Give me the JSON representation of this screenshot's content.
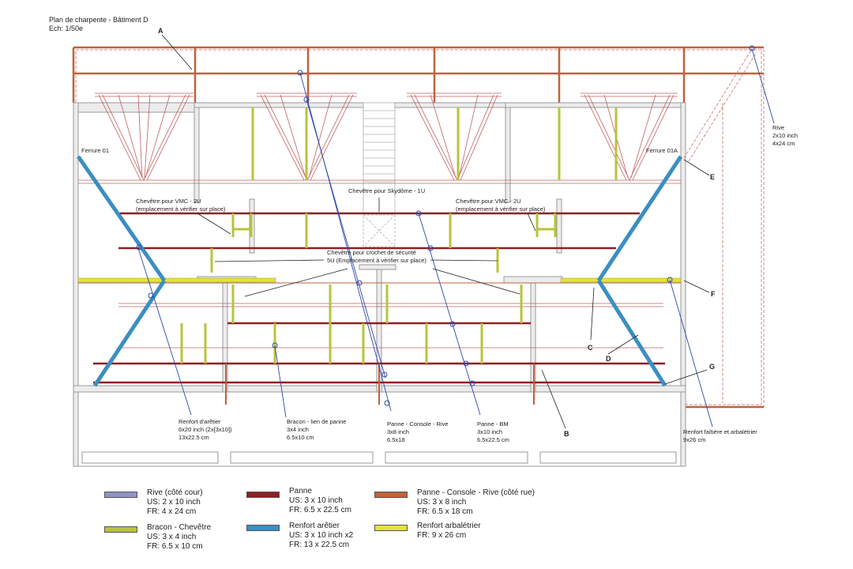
{
  "header": {
    "title": "Plan de charpente - Bâtiment D",
    "scale": "Ech: 1/50e"
  },
  "colors": {
    "rive": "#8f93c8",
    "panne": "#8e1f22",
    "console": "#c0623a",
    "bracon": "#b7c43a",
    "arretier": "#3a8fc2",
    "arbaletrier": "#e6e23a",
    "wall": "#c9c9c9",
    "pointer": "#2f48a8"
  },
  "labels": {
    "ferrure_01": "Ferrure  01",
    "ferrure_01a": "Ferrure  01A",
    "vmc_left_1": "Chevêtre pour VMC - 2U",
    "vmc_left_2": "(emplacement à vérifier sur place)",
    "skydome": "Chevêtre pour Skydôme - 1U",
    "vmc_right_1": "Chevêtre pour VMC - 2U",
    "vmc_right_2": "(emplacement à vérifier sur place)",
    "crochet_1": "Chevêtre pour crochet de sécurité",
    "crochet_2": "5U (Emplacement à vérifier sur place)"
  },
  "callouts": {
    "rive": [
      "Rive",
      "2x10 inch",
      "4x24 cm"
    ],
    "renfort_aretier": [
      "Renfort d'arêtier",
      "6x20 inch (2x[3x10])",
      "13x22.5 cm"
    ],
    "bracon": [
      "Bracon - lien de panne",
      "3x4 inch",
      "6.5x10 cm"
    ],
    "panne_console": [
      "Panne - Console - Rive",
      "3x8 inch",
      "6.5x18"
    ],
    "panne_bm": [
      "Panne - BM",
      "3x10 inch",
      "6.5x22.5 cm"
    ],
    "renfort_faitiere": [
      "Renfort faîtière et arbalétrier",
      "9x26 cm"
    ]
  },
  "letters": {
    "a": "A",
    "b": "B",
    "c": "C",
    "d": "D",
    "e": "E",
    "f": "F",
    "g": "G"
  },
  "legend": [
    {
      "key": "rive",
      "title": "Rive (côté cour)",
      "us": "US: 2 x 10 inch",
      "fr": "FR: 4 x 24 cm"
    },
    {
      "key": "bracon",
      "title": "Bracon - Chevêtre",
      "us": "US: 3 x 4 inch",
      "fr": "FR: 6.5 x 10 cm"
    },
    {
      "key": "panne",
      "title": "Panne",
      "us": "US: 3 x 10 inch",
      "fr": "FR: 6.5 x 22.5 cm"
    },
    {
      "key": "arretier",
      "title": "Renfort arêtier",
      "us": "US: 3 x 10 inch x2",
      "fr": "FR: 13 x 22.5 cm"
    },
    {
      "key": "console",
      "title": "Panne - Console - Rive (côté rue)",
      "us": "US: 3 x 8 inch",
      "fr": "FR: 6.5 x 18 cm"
    },
    {
      "key": "arbaletrier",
      "title": "Renfort arbalétrier",
      "us": "",
      "fr": "FR: 9 x 26 cm"
    }
  ]
}
